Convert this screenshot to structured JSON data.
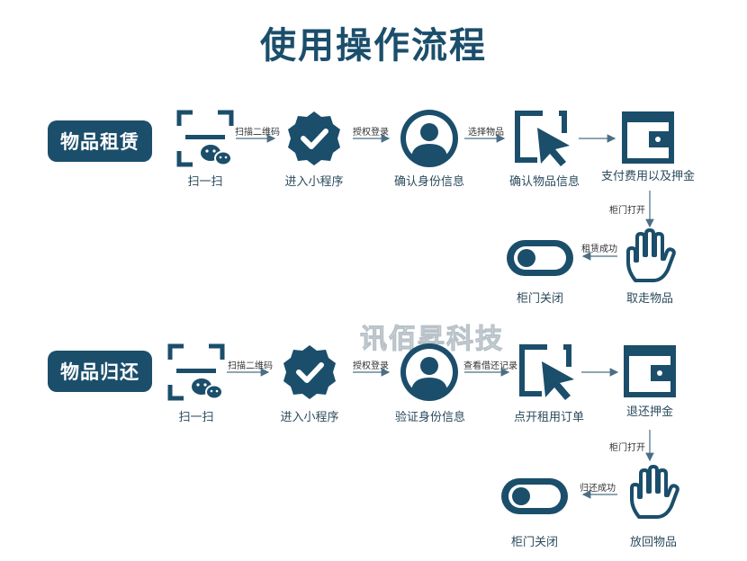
{
  "title": "使用操作流程",
  "watermark": "讯佰昇科技",
  "colors": {
    "primary": "#1b4e6b",
    "arrow": "#4a6f84"
  },
  "rent": {
    "badge": "物品租赁",
    "steps": [
      {
        "label": "扫一扫",
        "icon": "scan-wechat-icon"
      },
      {
        "label": "进入小程序",
        "icon": "verified-badge-icon"
      },
      {
        "label": "确认身份信息",
        "icon": "user-avatar-icon"
      },
      {
        "label": "确认物品信息",
        "icon": "cursor-select-icon"
      },
      {
        "label": "支付费用以及押金",
        "icon": "wallet-icon"
      },
      {
        "label": "取走物品",
        "icon": "hand-icon"
      },
      {
        "label": "柜门关闭",
        "icon": "toggle-switch-icon"
      }
    ],
    "edges": [
      "扫描二维码",
      "授权登录",
      "选择物品",
      "",
      "柜门打开",
      "租赁成功"
    ]
  },
  "return": {
    "badge": "物品归还",
    "steps": [
      {
        "label": "扫一扫",
        "icon": "scan-wechat-icon"
      },
      {
        "label": "进入小程序",
        "icon": "verified-badge-icon"
      },
      {
        "label": "验证身份信息",
        "icon": "user-avatar-icon"
      },
      {
        "label": "点开租用订单",
        "icon": "cursor-select-icon"
      },
      {
        "label": "退还押金",
        "icon": "wallet-icon"
      },
      {
        "label": "放回物品",
        "icon": "hand-icon"
      },
      {
        "label": "柜门关闭",
        "icon": "toggle-switch-icon"
      }
    ],
    "edges": [
      "扫描二维码",
      "授权登录",
      "查看借还记录",
      "",
      "柜门打开",
      "归还成功"
    ]
  }
}
